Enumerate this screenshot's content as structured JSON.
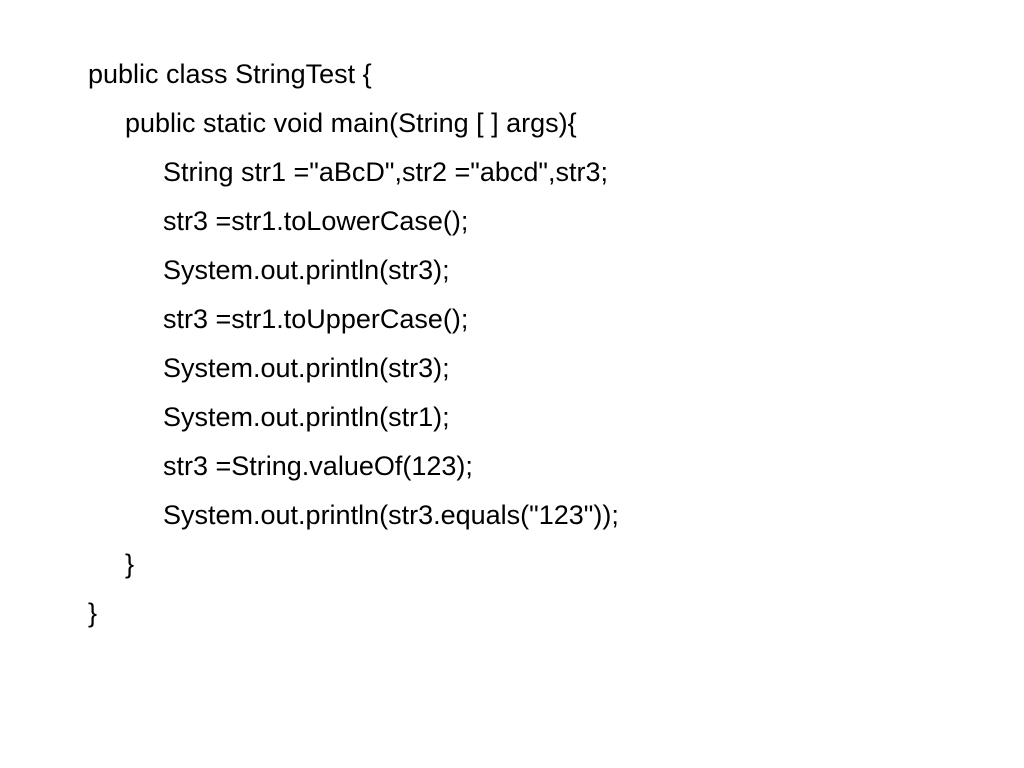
{
  "code_lines": [
    "public class StringTest {",
    "public static void main(String [ ] args){",
    "String str1 =\"aBcD\",str2 =\"abcd\",str3;",
    "str3 =str1.toLowerCase();",
    "System.out.println(str3);",
    "str3 =str1.toUpperCase();",
    "System.out.println(str3);",
    "System.out.println(str1);",
    "str3 =String.valueOf(123);",
    "System.out.println(str3.equals(\"123\"));",
    "}",
    "}"
  ]
}
